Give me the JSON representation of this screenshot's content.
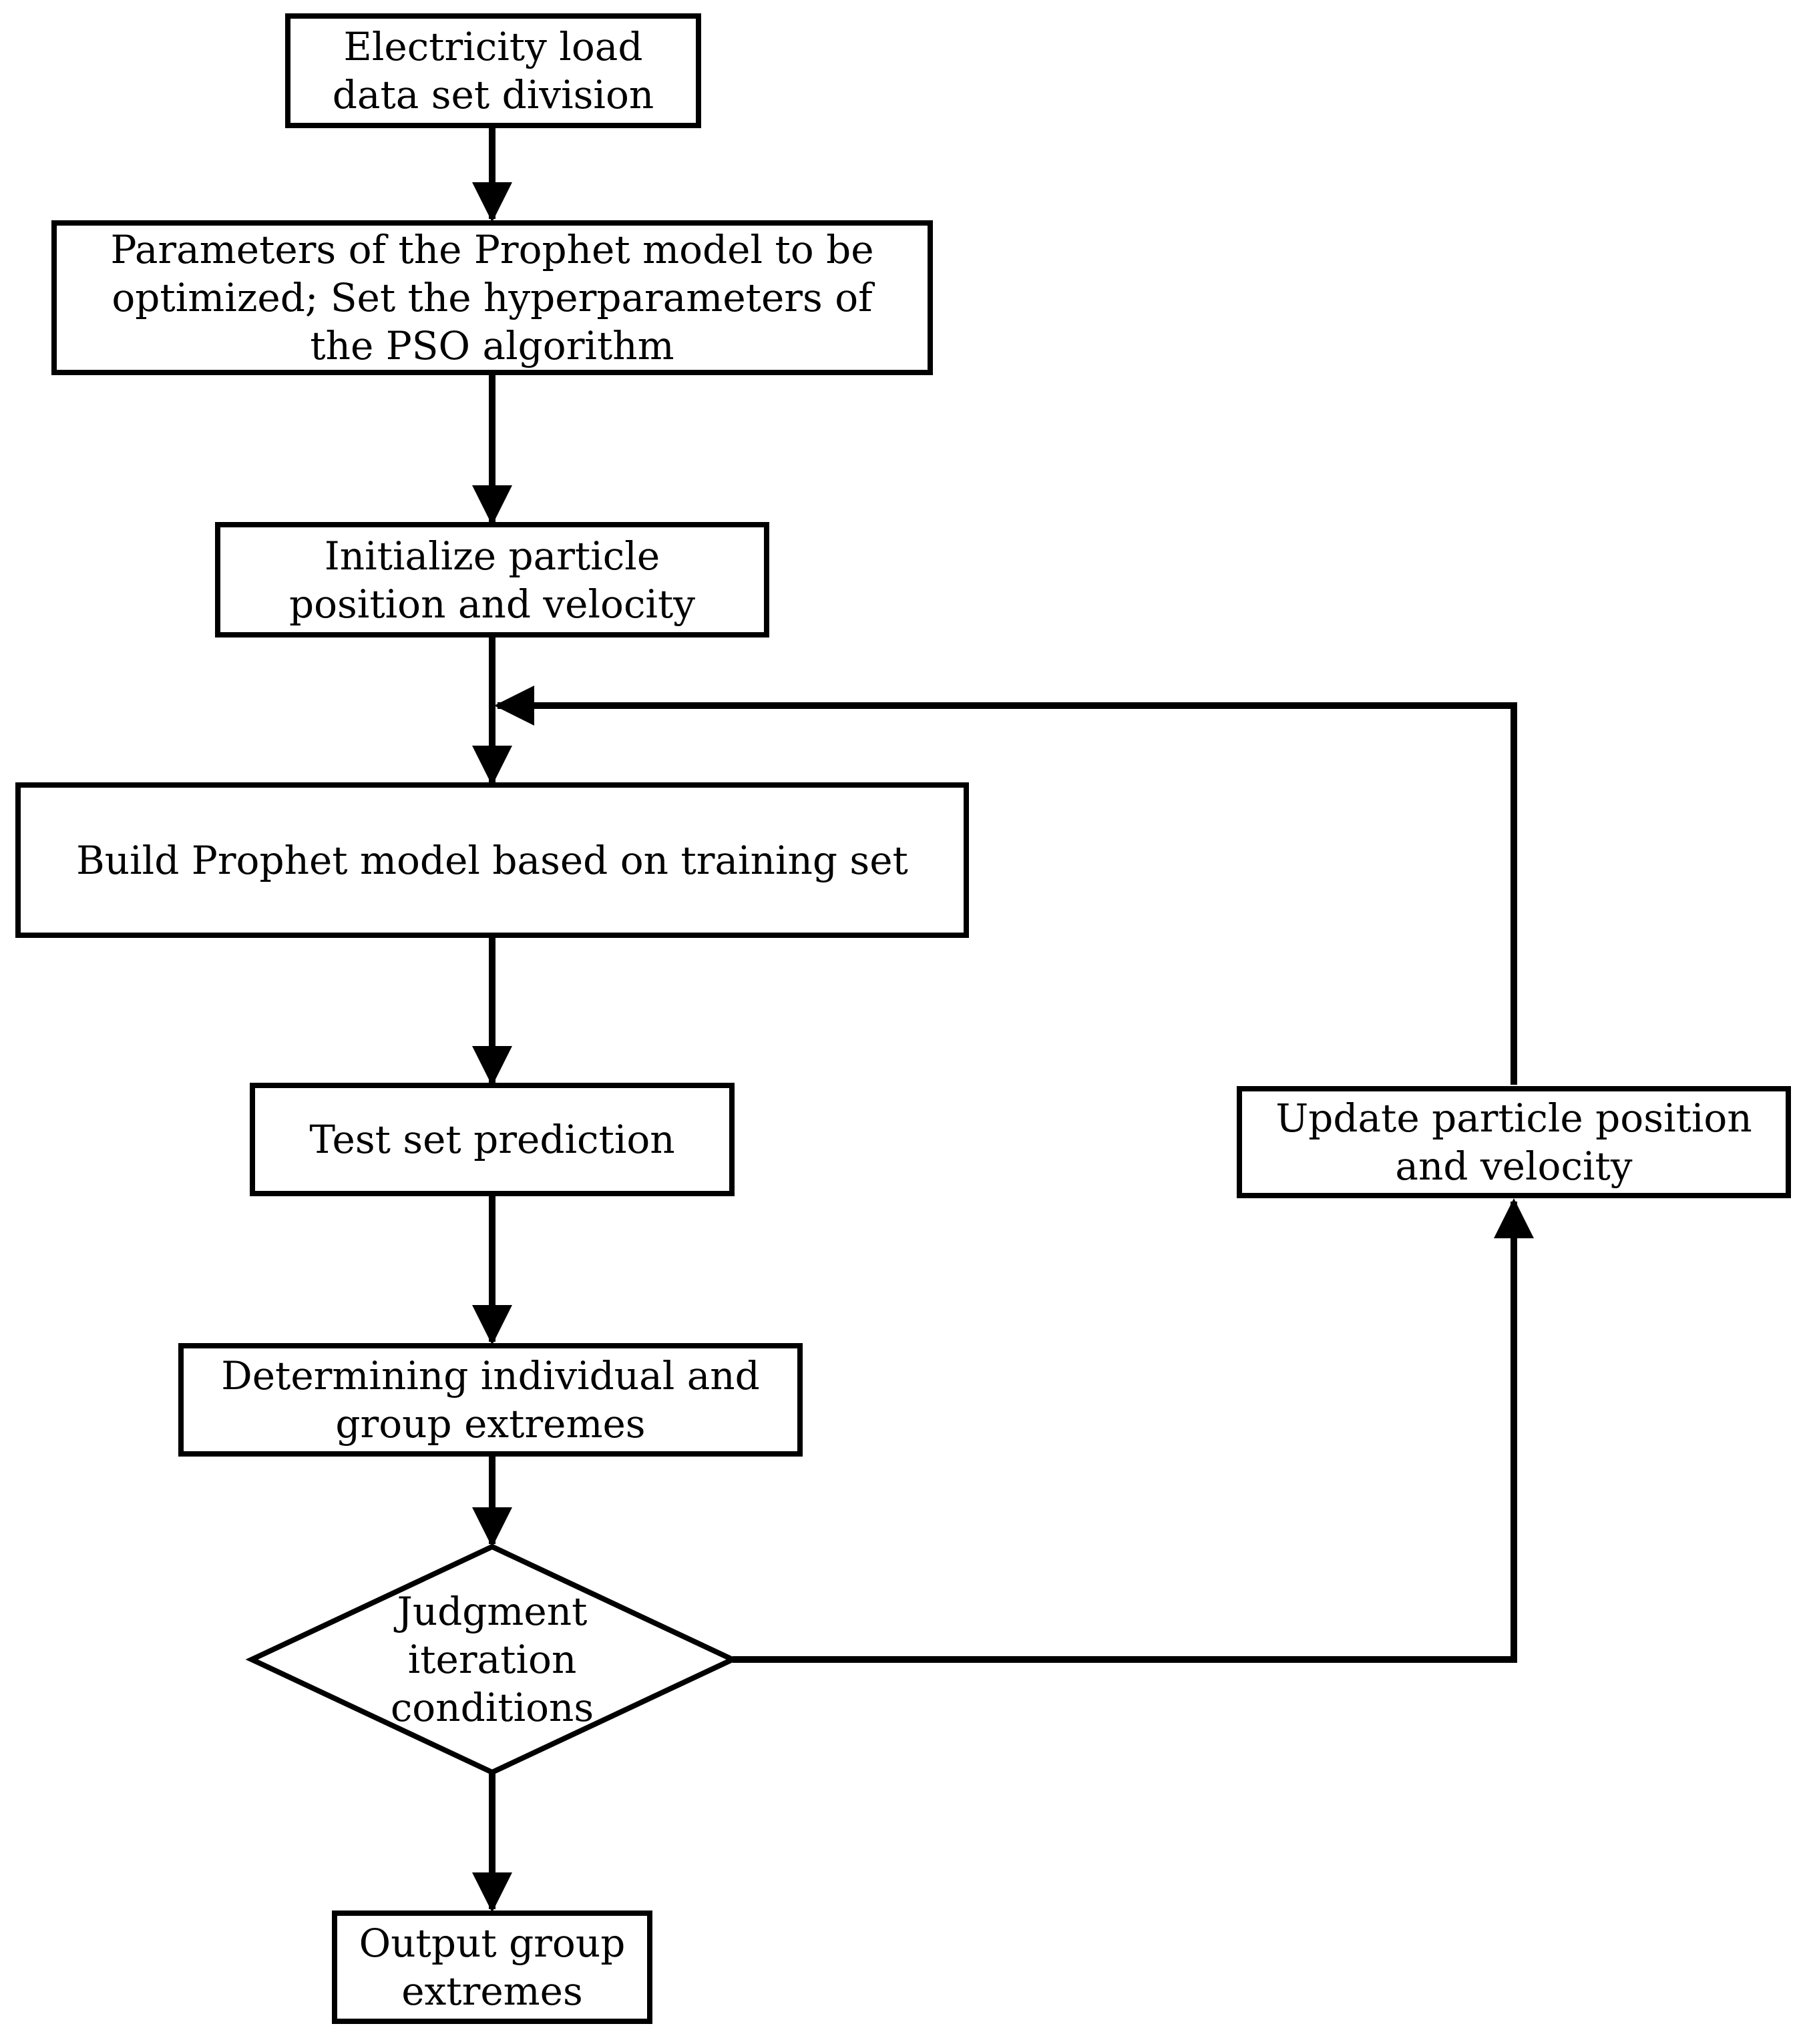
{
  "diagram": {
    "nodes": {
      "data_division": "Electricity load\ndata set division",
      "parameters": "Parameters of the Prophet model to be\noptimized; Set the hyperparameters of\nthe PSO algorithm",
      "initialize": "Initialize particle\nposition and velocity",
      "build_model": "Build Prophet model based on training set",
      "test_prediction": "Test set prediction",
      "extremes": "Determining individual and\ngroup extremes",
      "judgment": "Judgment\niteration\nconditions",
      "output": "Output group\nextremes",
      "update": "Update particle position\nand velocity"
    },
    "edges": [
      {
        "from": "data_division",
        "to": "parameters"
      },
      {
        "from": "parameters",
        "to": "initialize"
      },
      {
        "from": "initialize",
        "to": "build_model"
      },
      {
        "from": "build_model",
        "to": "test_prediction"
      },
      {
        "from": "test_prediction",
        "to": "extremes"
      },
      {
        "from": "extremes",
        "to": "judgment"
      },
      {
        "from": "judgment",
        "to": "output"
      },
      {
        "from": "judgment",
        "to": "update"
      },
      {
        "from": "update",
        "to": "build_model"
      }
    ]
  }
}
